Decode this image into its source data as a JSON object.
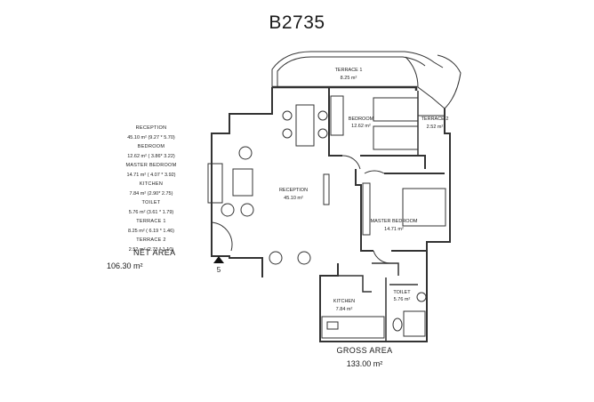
{
  "title": "B2735",
  "legend": [
    {
      "name": "RECEPTION",
      "value": "45.10 m²   (9.27 * 5.70)"
    },
    {
      "name": "BEDROOM",
      "value": "12.62 m²   ( 3.86* 3.22)"
    },
    {
      "name": "MASTER BEDROOM",
      "value": "14.71 m²   ( 4.07 * 3.92)"
    },
    {
      "name": "KITCHEN",
      "value": "7.84 m²   (2.90* 2.75)"
    },
    {
      "name": "TOILET",
      "value": "5.76 m²   (3.61 * 1.79)"
    },
    {
      "name": "TERRACE 1",
      "value": "8.25 m²   ( 6.19 * 1.46)"
    },
    {
      "name": "TERRACE 2",
      "value": "2.52 m²   (2.73 * 1.10)"
    }
  ],
  "net_area": {
    "label": "NET AREA",
    "value": "106.30 m²"
  },
  "gross_area": {
    "label": "GROSS AREA",
    "value": "133.00 m²"
  },
  "rooms": {
    "terrace1": {
      "name": "TERRACE 1",
      "area": "8.25 m²"
    },
    "bedroom": {
      "name": "BEDROOM",
      "area": "12.62 m²"
    },
    "terrace2": {
      "name": "TERRACE 2",
      "area": "2.52 m²"
    },
    "reception": {
      "name": "RECEPTION",
      "area": "45.10 m²"
    },
    "master_bedroom": {
      "name": "MASTER BEDROOM",
      "area": "14.71 m²"
    },
    "kitchen": {
      "name": "KITCHEN",
      "area": "7.84 m²"
    },
    "toilet": {
      "name": "TOILET",
      "area": "5.76 m²"
    }
  },
  "entrance_marker": "5"
}
